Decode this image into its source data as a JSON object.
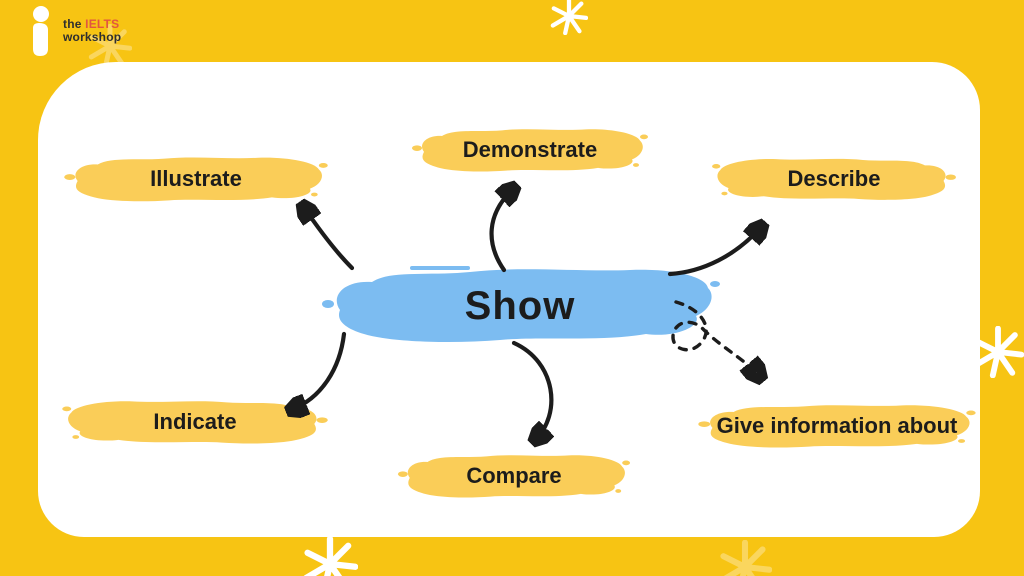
{
  "logo": {
    "mark_icon": "lowercase-i-logo",
    "the": "the",
    "brand": "IELTS",
    "workshop": "workshop"
  },
  "center": {
    "label": "Show"
  },
  "nodes": [
    {
      "id": "illustrate",
      "label": "Illustrate"
    },
    {
      "id": "demonstrate",
      "label": "Demonstrate"
    },
    {
      "id": "describe",
      "label": "Describe"
    },
    {
      "id": "indicate",
      "label": "Indicate"
    },
    {
      "id": "compare",
      "label": "Compare"
    },
    {
      "id": "give-information-about",
      "label": "Give information about"
    }
  ],
  "connections": [
    {
      "from": "Show",
      "to": "Illustrate",
      "style": "solid-arrow"
    },
    {
      "from": "Show",
      "to": "Demonstrate",
      "style": "solid-arrow"
    },
    {
      "from": "Show",
      "to": "Describe",
      "style": "solid-arrow"
    },
    {
      "from": "Show",
      "to": "Indicate",
      "style": "solid-arrow"
    },
    {
      "from": "Show",
      "to": "Compare",
      "style": "solid-arrow"
    },
    {
      "from": "Show",
      "to": "Give information about",
      "style": "dashed-arrow-with-loop"
    }
  ],
  "colors": {
    "bg_yellow": "#F7C413",
    "brush_yellow": "#FACD58",
    "brush_blue": "#7CBCF1",
    "ink": "#1C1C1C",
    "panel_white": "#FFFFFF",
    "logo_red": "#E25640",
    "logo_dark": "#2F2F2F",
    "sparkle_white": "#FFFFFF",
    "sparkle_faint": "#FAD65E"
  }
}
